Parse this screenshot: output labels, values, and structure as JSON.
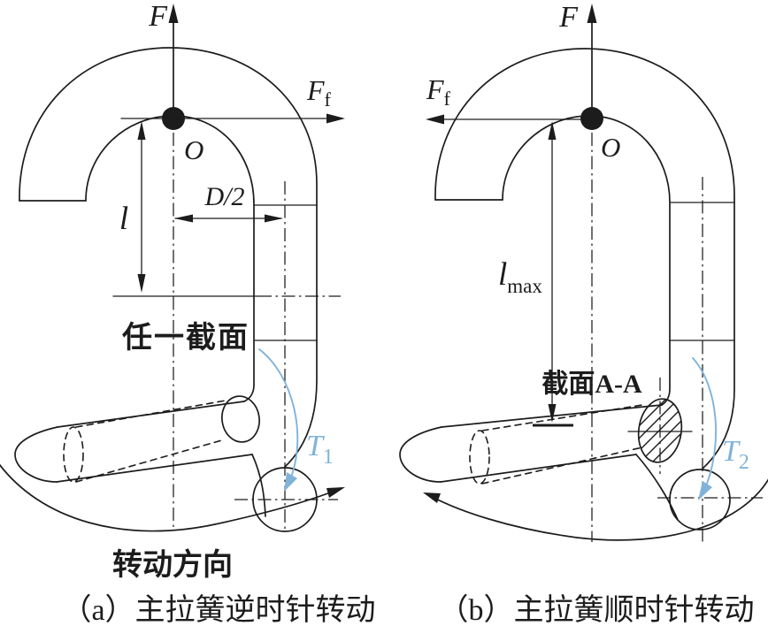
{
  "colors": {
    "ink": "#1c1c1c",
    "blue": "#81b3da",
    "bg": "#ffffff"
  },
  "panel_a": {
    "force_label": "F",
    "friction_label": "F",
    "friction_sub": "f",
    "origin_label": "O",
    "arm_label": "l",
    "radius_label": "D/2",
    "section_label": "任一截面",
    "torque_label": "T",
    "torque_sub": "1",
    "rotation_label": "转动方向",
    "caption": "（a）主拉簧逆时针转动"
  },
  "panel_b": {
    "force_label": "F",
    "friction_label": "F",
    "friction_sub": "f",
    "origin_label": "O",
    "arm_label": "l",
    "arm_sub": "max",
    "section_label": "截面A-A",
    "torque_label": "T",
    "torque_sub": "2",
    "caption": "（b）主拉簧顺时针转动"
  }
}
